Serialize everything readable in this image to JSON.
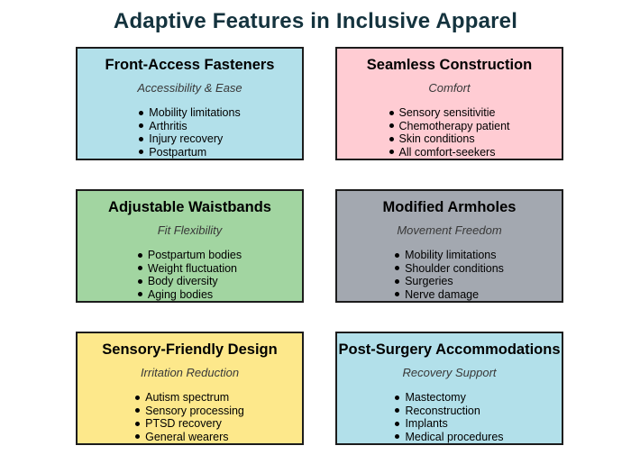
{
  "title": "Adaptive Features in Inclusive Apparel",
  "colors": {
    "title_text": "#14333e",
    "card_border": "#1c1c1c",
    "subtitle_text": "#383838",
    "blue": "#b2e0ea",
    "pink": "#ffccd3",
    "green": "#a2d5a1",
    "gray": "#a3a8b0",
    "yellow": "#fde88b"
  },
  "cards": [
    {
      "title": "Front-Access Fasteners",
      "subtitle": "Accessibility & Ease",
      "bg": "#b2e0ea",
      "items": [
        "Mobility limitations",
        "Arthritis",
        "Injury recovery",
        "Postpartum"
      ]
    },
    {
      "title": "Seamless Construction",
      "subtitle": "Comfort",
      "bg": "#ffccd3",
      "items": [
        "Sensory sensitivitie",
        "Chemotherapy patient",
        "Skin conditions",
        "All comfort-seekers"
      ]
    },
    {
      "title": "Adjustable Waistbands",
      "subtitle": "Fit Flexibility",
      "bg": "#a2d5a1",
      "items": [
        "Postpartum bodies",
        "Weight fluctuation",
        "Body diversity",
        "Aging bodies"
      ]
    },
    {
      "title": "Modified Armholes",
      "subtitle": "Movement Freedom",
      "bg": "#a3a8b0",
      "items": [
        "Mobility limitations",
        "Shoulder conditions",
        "Surgeries",
        "Nerve damage"
      ]
    },
    {
      "title": "Sensory-Friendly Design",
      "subtitle": "Irritation Reduction",
      "bg": "#fde88b",
      "items": [
        "Autism spectrum",
        "Sensory processing",
        "PTSD recovery",
        "General wearers"
      ]
    },
    {
      "title": "Post-Surgery Accommodations",
      "subtitle": "Recovery Support",
      "bg": "#b2e0ea",
      "items": [
        "Mastectomy",
        "Reconstruction",
        "Implants",
        "Medical procedures"
      ]
    }
  ]
}
